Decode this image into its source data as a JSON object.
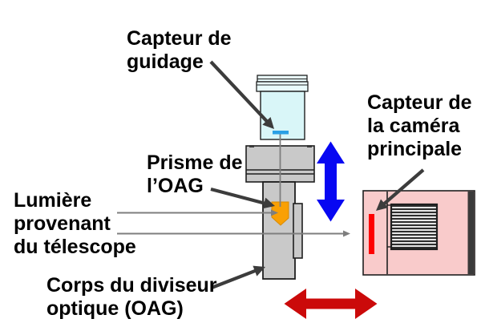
{
  "labels": {
    "guide_sensor": "Capteur de\nguidage",
    "main_sensor": "Capteur de\nla caméra\nprincipale",
    "prism": "Prisme de\nl’OAG",
    "incoming_light": "Lumière\nprovenant\ndu télescope",
    "oag_body": "Corps du diviseur\noptique (OAG)"
  },
  "colors": {
    "background": "#ffffff",
    "text": "#000000",
    "guide_camera_body": "#d9f6f8",
    "guide_camera_ring": "#e9fbfc",
    "guide_sensor_blue": "#2aa0e5",
    "metal_gray": "#c9c9c9",
    "outline": "#1f1f1f",
    "prism_orange": "#f9a004",
    "prism_edge": "#d98a00",
    "camera_pink": "#f9cbcb",
    "camera_dark_band": "#3a3a3a",
    "main_sensor_red": "#fe0000",
    "shutter_dark": "#2e2e2e",
    "shutter_light": "#e6e6e6",
    "arrow_blue": "#0707f2",
    "arrow_red": "#cb0a0a",
    "pointer_gray": "#3c3c3c",
    "ray_gray": "#7e7e7e"
  }
}
